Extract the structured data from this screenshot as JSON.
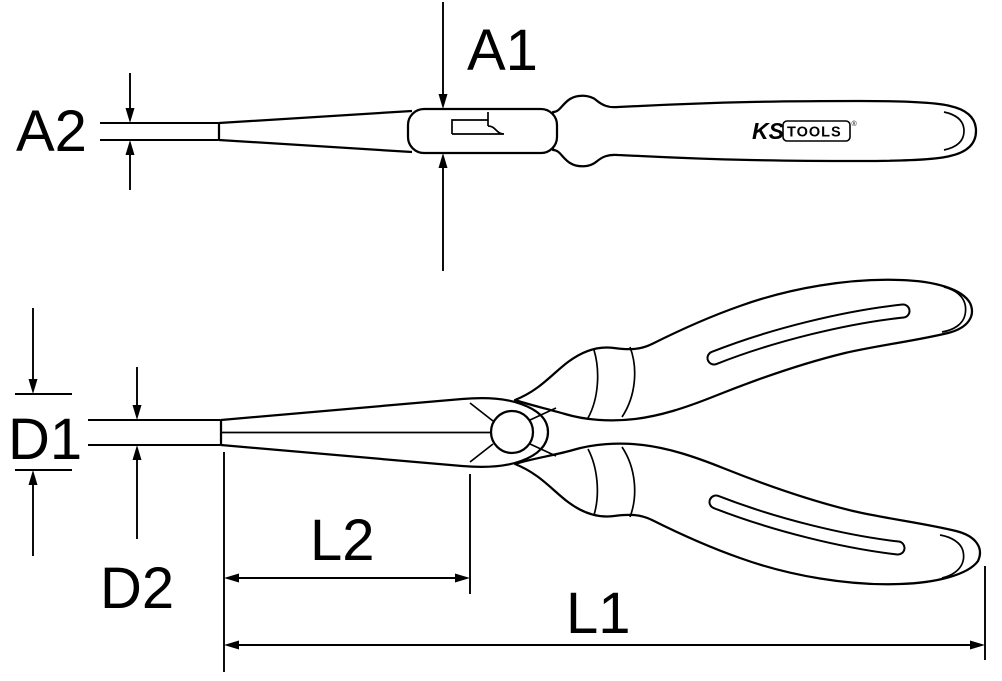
{
  "diagram": {
    "type": "technical-dimension-drawing",
    "subject": "flat long nose pliers, top view and side view with dimension callouts",
    "colors": {
      "line": "#000000",
      "background": "#ffffff"
    },
    "labels": {
      "a1": "A1",
      "a2": "A2",
      "d1": "D1",
      "d2": "D2",
      "l1": "L1",
      "l2": "L2"
    },
    "brand": {
      "name": "KS",
      "suffix": "TOOLS",
      "registered": "®"
    }
  }
}
